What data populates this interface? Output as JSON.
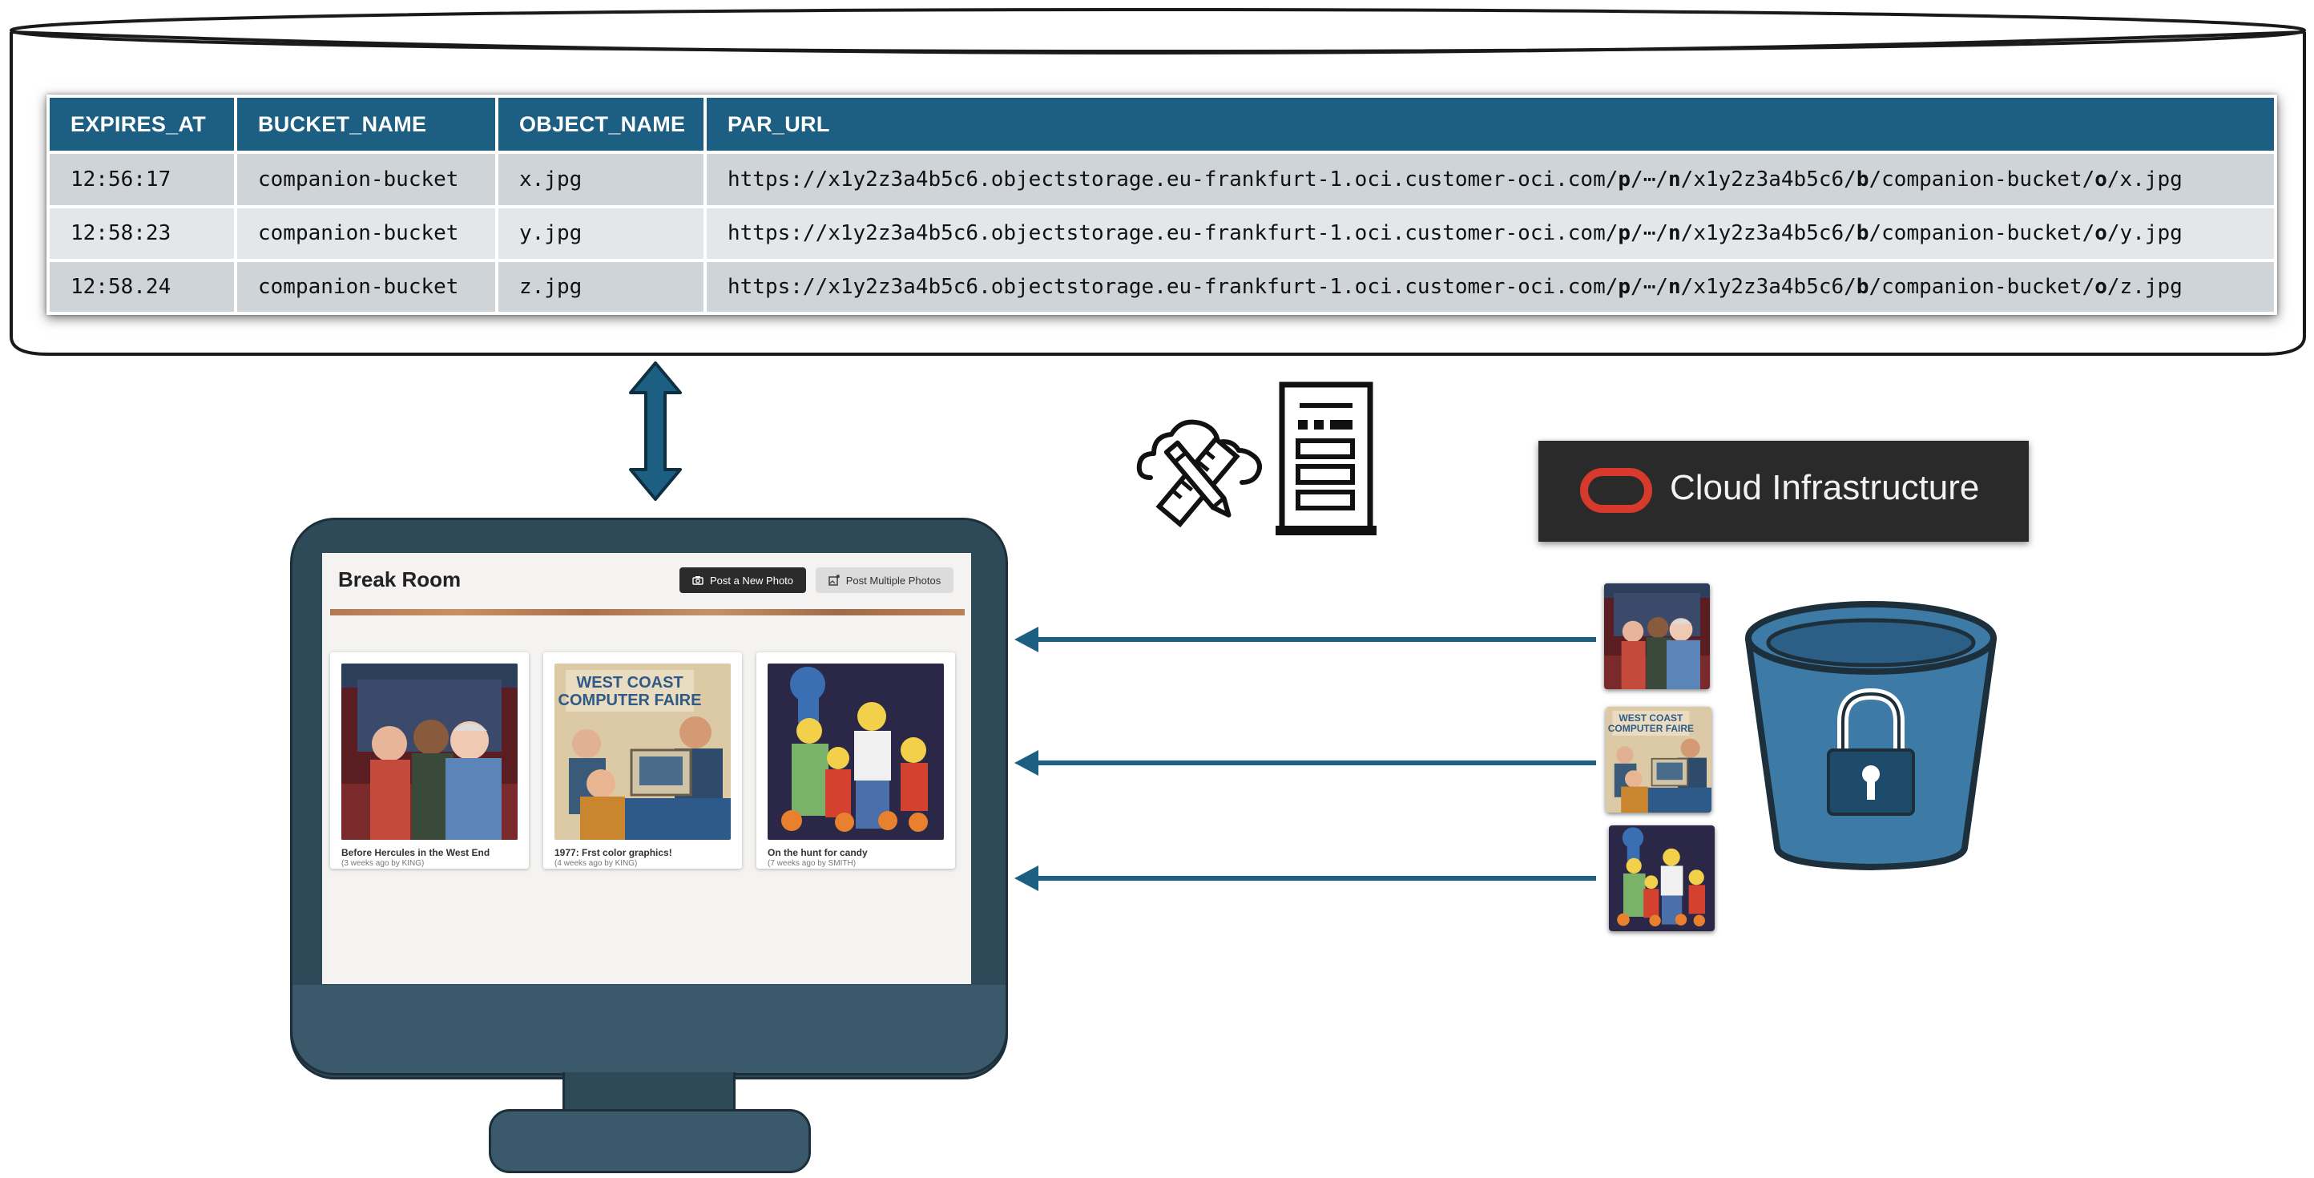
{
  "table": {
    "headers": [
      "EXPIRES_AT",
      "BUCKET_NAME",
      "OBJECT_NAME",
      "PAR_URL"
    ],
    "rows": [
      {
        "expires_at": "12:56:17",
        "bucket_name": "companion-bucket",
        "object_name": "x.jpg",
        "par_url": {
          "prefix": "https://x1y2z3a4b5c6.objectstorage.eu-frankfurt-1.oci.customer-oci.com/",
          "p": "p",
          "par_id": "/⋯/",
          "n": "n",
          "namespace": "/x1y2z3a4b5c6/",
          "b": "b",
          "bucket": "/companion-bucket/",
          "o": "o",
          "object": "/x.jpg"
        }
      },
      {
        "expires_at": "12:58:23",
        "bucket_name": "companion-bucket",
        "object_name": "y.jpg",
        "par_url": {
          "prefix": "https://x1y2z3a4b5c6.objectstorage.eu-frankfurt-1.oci.customer-oci.com/",
          "p": "p",
          "par_id": "/⋯/",
          "n": "n",
          "namespace": "/x1y2z3a4b5c6/",
          "b": "b",
          "bucket": "/companion-bucket/",
          "o": "o",
          "object": "/y.jpg"
        }
      },
      {
        "expires_at": "12:58.24",
        "bucket_name": "companion-bucket",
        "object_name": "z.jpg",
        "par_url": {
          "prefix": "https://x1y2z3a4b5c6.objectstorage.eu-frankfurt-1.oci.customer-oci.com/",
          "p": "p",
          "par_id": "/⋯/",
          "n": "n",
          "namespace": "/x1y2z3a4b5c6/",
          "b": "b",
          "bucket": "/companion-bucket/",
          "o": "o",
          "object": "/z.jpg"
        }
      }
    ]
  },
  "app": {
    "title": "Break Room",
    "post_photo_label": "Post a New Photo",
    "post_multiple_label": "Post Multiple Photos",
    "cards": [
      {
        "title": "Before Hercules in the West End",
        "meta": "(3 weeks ago by KING)"
      },
      {
        "title": "1977: Frst color graphics!",
        "meta": "(4 weeks ago by KING)",
        "sign_line1": "WEST COAST",
        "sign_line2": "COMPUTER FAIRE"
      },
      {
        "title": "On the hunt for candy",
        "meta": "(7 weeks ago by SMITH)"
      }
    ]
  },
  "oci": {
    "label": "Cloud Infrastructure"
  },
  "thumbs": {
    "sign_line1": "WEST COAST",
    "sign_line2": "COMPUTER FAIRE"
  },
  "icons": [
    "database-cylinder-icon",
    "double-arrow-icon",
    "cloud-tools-icon",
    "server-tower-icon",
    "bucket-lock-icon",
    "camera-icon",
    "multi-photo-icon"
  ],
  "colors": {
    "header_blue": "#1d5f82",
    "arrow_blue": "#1d5f82",
    "monitor": "#2e4a59",
    "oci_red": "#d7392b",
    "bucket_blue": "#3d7aa5"
  }
}
